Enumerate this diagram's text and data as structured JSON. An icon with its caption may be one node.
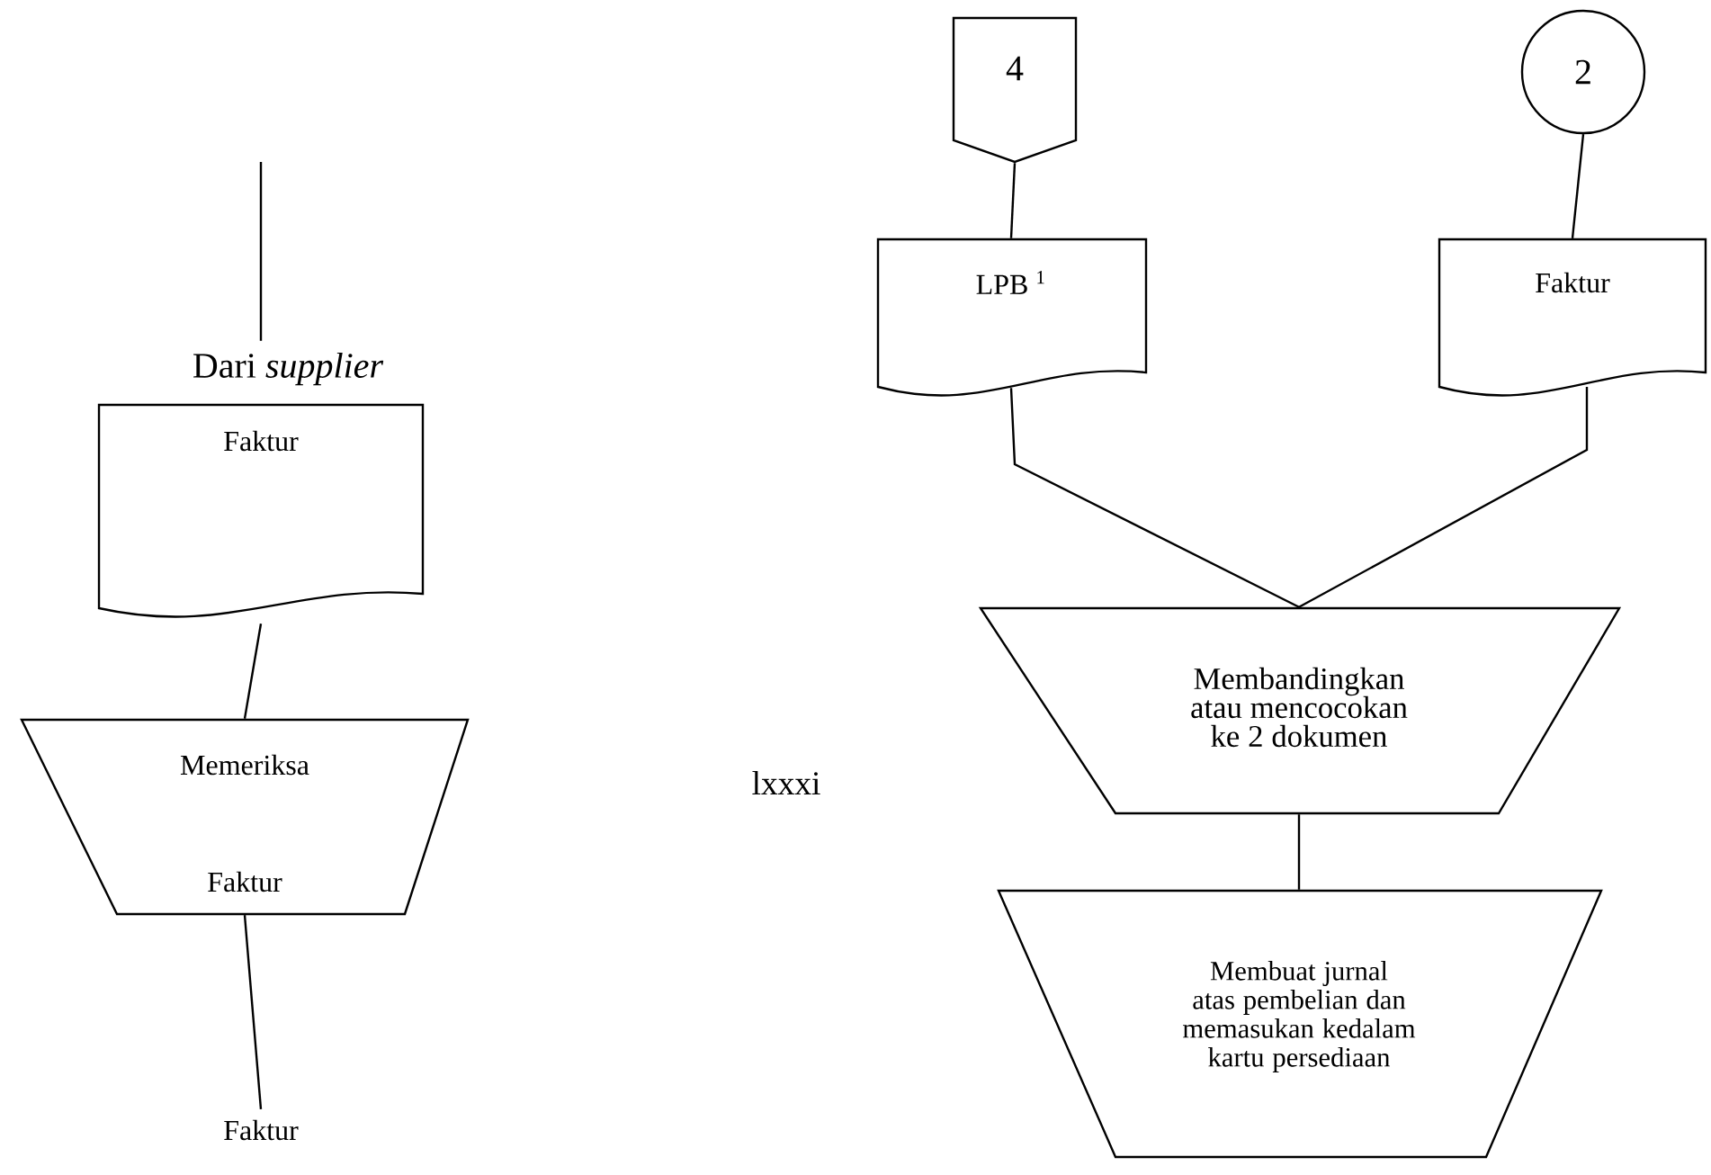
{
  "diagram": {
    "nodes": [
      {
        "text": [
          "Dari *supplier*",
          "Faktur"
        ]
      },
      {
        "text": [
          "Memeriksa",
          "Faktur"
        ]
      },
      {
        "text": [
          "Faktur"
        ]
      },
      {
        "text": [
          "4"
        ]
      },
      {
        "text": [
          "LPB $^{1}$"
        ]
      },
      {
        "text": [
          "2"
        ]
      },
      {
        "text": [
          "Faktur"
        ]
      },
      {
        "text": [
          "Membandingkan atau mencocokan ke 2 dokumen"
        ]
      },
      {
        "text": [
          "Membuat jurnal atas pembelian dan memasukan kedalam kartu persediaan"
        ]
      }
    ],
    "edges": [
      {
        "from": null,
        "to": 0,
        "arrow": "none"
      },
      {
        "from": 0,
        "to": 1,
        "arrow": "none"
      },
      {
        "from": 1,
        "to": 2,
        "arrow": "none"
      },
      {
        "from": 3,
        "to": 4,
        "arrow": "none"
      },
      {
        "from": 5,
        "to": 6,
        "arrow": "none"
      },
      {
        "from": 4,
        "to": 7,
        "arrow": "none"
      },
      {
        "from": 6,
        "to": 7,
        "arrow": "none"
      },
      {
        "from": 7,
        "to": 8,
        "arrow": "none"
      }
    ],
    "labels": [
      "lxxxi"
    ]
  }
}
